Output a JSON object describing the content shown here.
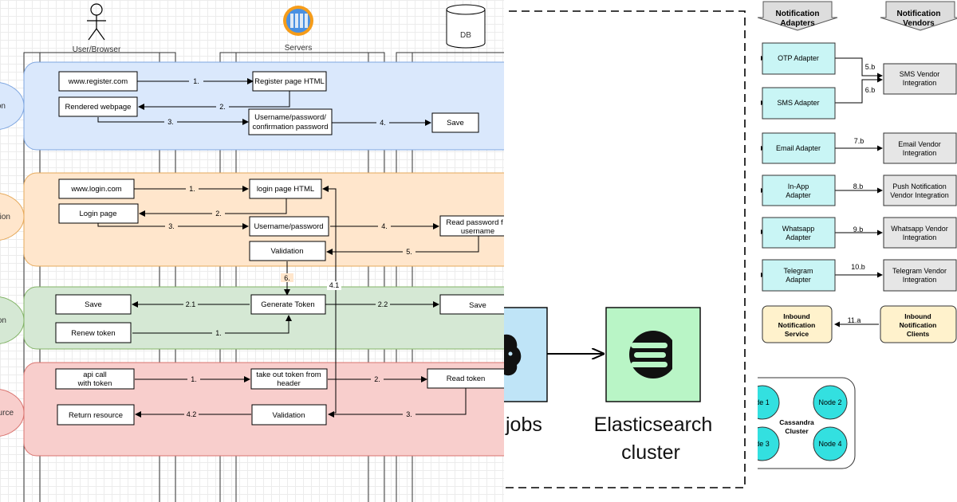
{
  "sequence": {
    "actors": {
      "user": "User/Browser",
      "servers": "Servers",
      "db": "DB"
    },
    "lanes": [
      {
        "label": "on",
        "color": "#dae8fc",
        "stroke": "#7ea6e0"
      },
      {
        "label": "tion",
        "color": "#ffe6cc",
        "stroke": "#e6a95a"
      },
      {
        "label": "on",
        "color": "#d5e8d4",
        "stroke": "#82b366"
      },
      {
        "label": "ource",
        "color": "#f8cecc",
        "stroke": "#d9736e"
      }
    ],
    "register": {
      "url": "www.register.com",
      "page_html": "Register page HTML",
      "rendered": "Rendered webpage",
      "creds_line1": "Username/password/",
      "creds_line2": "confirmation password",
      "save": "Save",
      "s1": "1.",
      "s2": "2.",
      "s3": "3.",
      "s4": "4."
    },
    "login": {
      "url": "www.login.com",
      "page_html": "login page HTML",
      "page": "Login page",
      "creds": "Username/password",
      "read_line1": "Read password f",
      "read_line2": "username",
      "validation": "Validation",
      "s1": "1.",
      "s2": "2.",
      "s3": "3.",
      "s4": "4.",
      "s5": "5.",
      "s6": "6."
    },
    "token": {
      "save_left": "Save",
      "generate": "Generate Token",
      "save_right": "Save",
      "renew": "Renew token",
      "s21": "2.1",
      "s22": "2.2",
      "s1": "1."
    },
    "resource": {
      "api_line1": "api call",
      "api_line2": "with token",
      "take_line1": "take out token from",
      "take_line2": "header",
      "read_token": "Read token",
      "return": "Return resource",
      "validation": "Validation",
      "s1": "1.",
      "s2": "2.",
      "s3": "3.",
      "s42": "4.2",
      "s41": "4.1"
    }
  },
  "elastic": {
    "jobs_label": "jobs",
    "cluster_line1": "Elasticsearch",
    "cluster_line2": "cluster",
    "cluster_color": "#b9f5c6",
    "jobs_color": "#bfe4f7"
  },
  "notification": {
    "header_adapters_line1": "Notification",
    "header_adapters_line2": "Adapters",
    "header_vendors_line1": "Notification",
    "header_vendors_line2": "Vendors",
    "adapter_color": "#c9f5f5",
    "vendor_color": "#e6e6e6",
    "inbound_color": "#fff2cc",
    "node_color": "#33e0e0",
    "otp_adapter": "OTP Adapter",
    "sms_adapter": "SMS Adapter",
    "sms_vendor_line1": "SMS Vendor",
    "sms_vendor_line2": "Integration",
    "l5b": "5.b",
    "l6b": "6.b",
    "email_adapter": "Email Adapter",
    "email_vendor_line1": "Email Vendor",
    "email_vendor_line2": "Integration",
    "l7b": "7.b",
    "inapp_line1": "In-App",
    "inapp_line2": "Adapter",
    "push_vendor_line1": "Push Notification",
    "push_vendor_line2": "Vendor Integration",
    "l8b": "8.b",
    "whatsapp_line1": "Whatsapp",
    "whatsapp_line2": "Adapter",
    "whatsapp_vendor_line1": "Whatsapp Vendor",
    "whatsapp_vendor_line2": "Integration",
    "l9b": "9.b",
    "telegram_line1": "Telegram",
    "telegram_line2": "Adapter",
    "telegram_vendor_line1": "Telegram Vendor",
    "telegram_vendor_line2": "Integration",
    "l10b": "10.b",
    "inbound_service_line1": "Inbound",
    "inbound_service_line2": "Notification",
    "inbound_service_line3": "Service",
    "inbound_clients_line1": "Inbound",
    "inbound_clients_line2": "Notification",
    "inbound_clients_line3": "Clients",
    "l11a": "11.a",
    "cassandra_line1": "Cassandra",
    "cassandra_line2": "Cluster",
    "node1": "de 1",
    "node2": "Node 2",
    "node3": "de 3",
    "node4": "Node 4"
  }
}
